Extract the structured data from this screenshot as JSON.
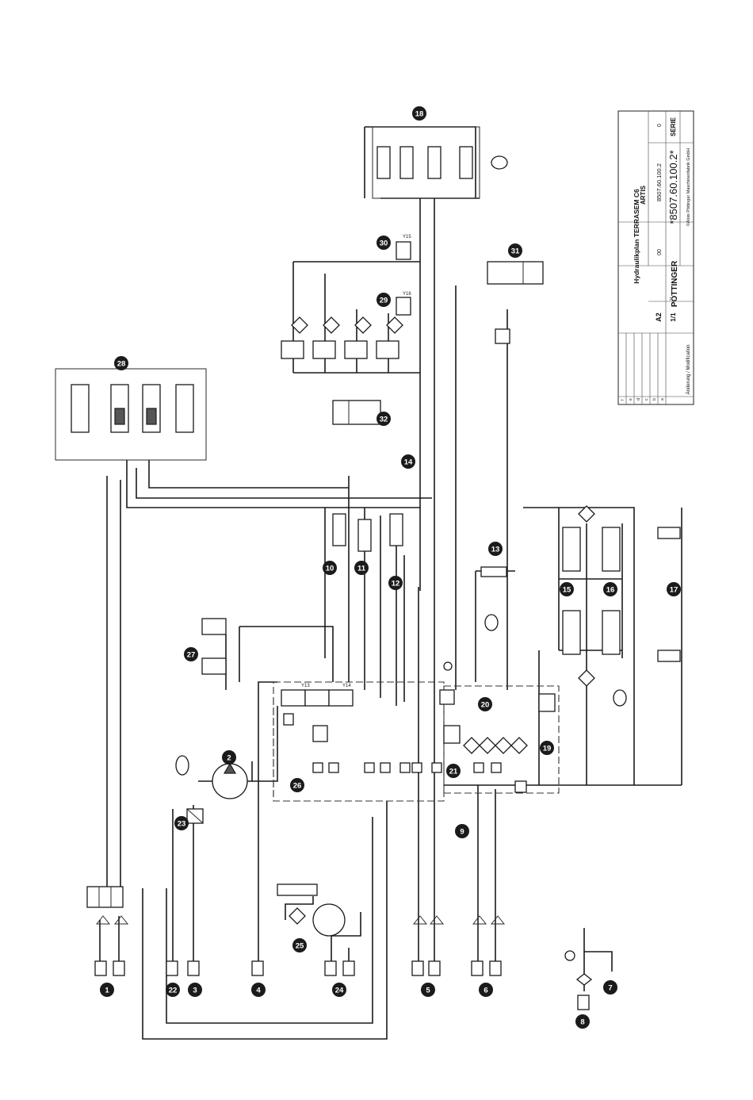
{
  "title_block": {
    "title": "Hydraulikplan TERRASEM C6",
    "subtitle": "ARTIS",
    "doc_number": "8507.60.100.2",
    "doc_number_large": "*8507.60.100.2*",
    "index": "0",
    "version": "00",
    "series": "SERIE",
    "format": "A2",
    "sheet": "1/1",
    "company": "PÖTTINGER",
    "copyright": "©Alois Pöttinger Maschinenfabrik GmbH",
    "revision_rows": [
      "f",
      "e",
      "d",
      "c",
      "b",
      "a"
    ],
    "change_label": "Änderung / Modification"
  },
  "valve_labels": {
    "v15": "Y15",
    "v16": "Y16",
    "v13": "Y13",
    "v14": "Y14"
  },
  "components": [
    {
      "num": "1"
    },
    {
      "num": "2"
    },
    {
      "num": "3"
    },
    {
      "num": "4"
    },
    {
      "num": "5"
    },
    {
      "num": "6"
    },
    {
      "num": "7"
    },
    {
      "num": "8"
    },
    {
      "num": "9"
    },
    {
      "num": "10"
    },
    {
      "num": "11"
    },
    {
      "num": "12"
    },
    {
      "num": "13"
    },
    {
      "num": "14"
    },
    {
      "num": "15"
    },
    {
      "num": "16"
    },
    {
      "num": "17"
    },
    {
      "num": "18"
    },
    {
      "num": "19"
    },
    {
      "num": "20"
    },
    {
      "num": "21"
    },
    {
      "num": "22"
    },
    {
      "num": "23"
    },
    {
      "num": "24"
    },
    {
      "num": "25"
    },
    {
      "num": "26"
    },
    {
      "num": "27"
    },
    {
      "num": "28"
    },
    {
      "num": "29"
    },
    {
      "num": "30"
    },
    {
      "num": "31"
    },
    {
      "num": "32"
    }
  ]
}
